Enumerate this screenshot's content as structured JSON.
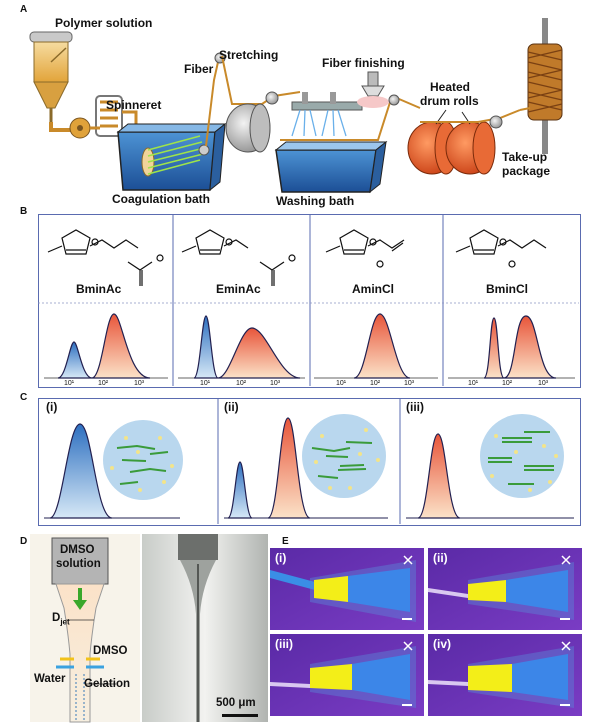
{
  "panel_a": {
    "letter": "A",
    "labels": {
      "polymer_solution": "Polymer solution",
      "fiber": "Fiber",
      "stretching": "Stretching",
      "fiber_finishing": "Fiber finishing",
      "spinneret": "Spinneret",
      "heated_drum_rolls_1": "Heated",
      "heated_drum_rolls_2": "drum rolls",
      "take_up_1": "Take-up",
      "take_up_2": "package",
      "coagulation_bath": "Coagulation bath",
      "washing_bath": "Washing bath"
    }
  },
  "panel_b": {
    "letter": "B",
    "compounds": [
      {
        "name": "BminAc"
      },
      {
        "name": "EminAc"
      },
      {
        "name": "AminCl"
      },
      {
        "name": "BminCl"
      }
    ],
    "tick_labels": [
      "10¹",
      "10²",
      "10³"
    ]
  },
  "panel_c": {
    "letter": "C",
    "cases": [
      {
        "label": "(i)"
      },
      {
        "label": "(ii)"
      },
      {
        "label": "(iii)"
      }
    ]
  },
  "panel_d": {
    "letter": "D",
    "solution_1": "DMSO",
    "solution_2": "solution",
    "djet_main": "D",
    "djet_sub": "jet",
    "dmso": "DMSO",
    "water": "Water",
    "gelation": "Gelation",
    "scale": "500 μm"
  },
  "panel_e": {
    "letter": "E",
    "frames": [
      {
        "label": "(i)"
      },
      {
        "label": "(ii)"
      },
      {
        "label": "(iii)"
      },
      {
        "label": "(iv)"
      }
    ]
  },
  "colors": {
    "frame_blue": "#5a6bb0",
    "blue_peak": "#2d6fc0",
    "orange_peak": "#e8553a",
    "circle_blue": "#b9d7ee",
    "fiber_green": "#3a9b3a",
    "bath_blue": "#2a74b8",
    "drum_orange": "#e0501e",
    "flow_purple": "#6a32b0",
    "flow_yellow": "#f2e81c"
  }
}
